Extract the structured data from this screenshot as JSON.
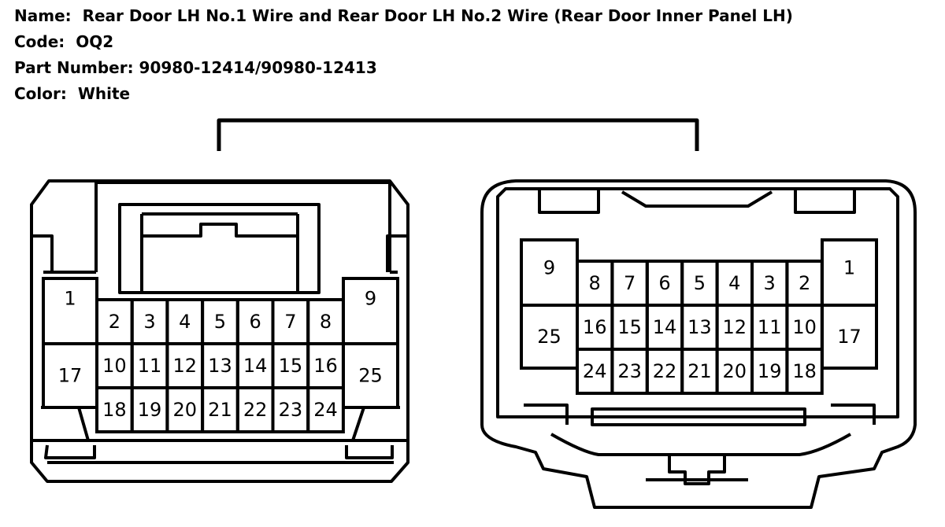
{
  "header": {
    "name_label": "Name:",
    "name_value": "Rear Door LH No.1 Wire and Rear Door LH No.2 Wire (Rear Door Inner Panel LH)",
    "code_label": "Code:",
    "code_value": "OQ2",
    "part_label": "Part Number:",
    "part_value": "90980-12414/90980-12413",
    "color_label": "Color:",
    "color_value": "White"
  },
  "colors": {
    "line": "#000000",
    "background": "#ffffff"
  },
  "connectors": {
    "left": {
      "big_pins": [
        "1",
        "17",
        "9",
        "25"
      ],
      "rows": [
        [
          "2",
          "3",
          "4",
          "5",
          "6",
          "7",
          "8"
        ],
        [
          "10",
          "11",
          "12",
          "13",
          "14",
          "15",
          "16"
        ],
        [
          "18",
          "19",
          "20",
          "21",
          "22",
          "23",
          "24"
        ]
      ]
    },
    "right": {
      "big_pins": [
        "9",
        "25",
        "1",
        "17"
      ],
      "rows": [
        [
          "8",
          "7",
          "6",
          "5",
          "4",
          "3",
          "2"
        ],
        [
          "16",
          "15",
          "14",
          "13",
          "12",
          "11",
          "10"
        ],
        [
          "24",
          "23",
          "22",
          "21",
          "20",
          "19",
          "18"
        ]
      ]
    }
  }
}
